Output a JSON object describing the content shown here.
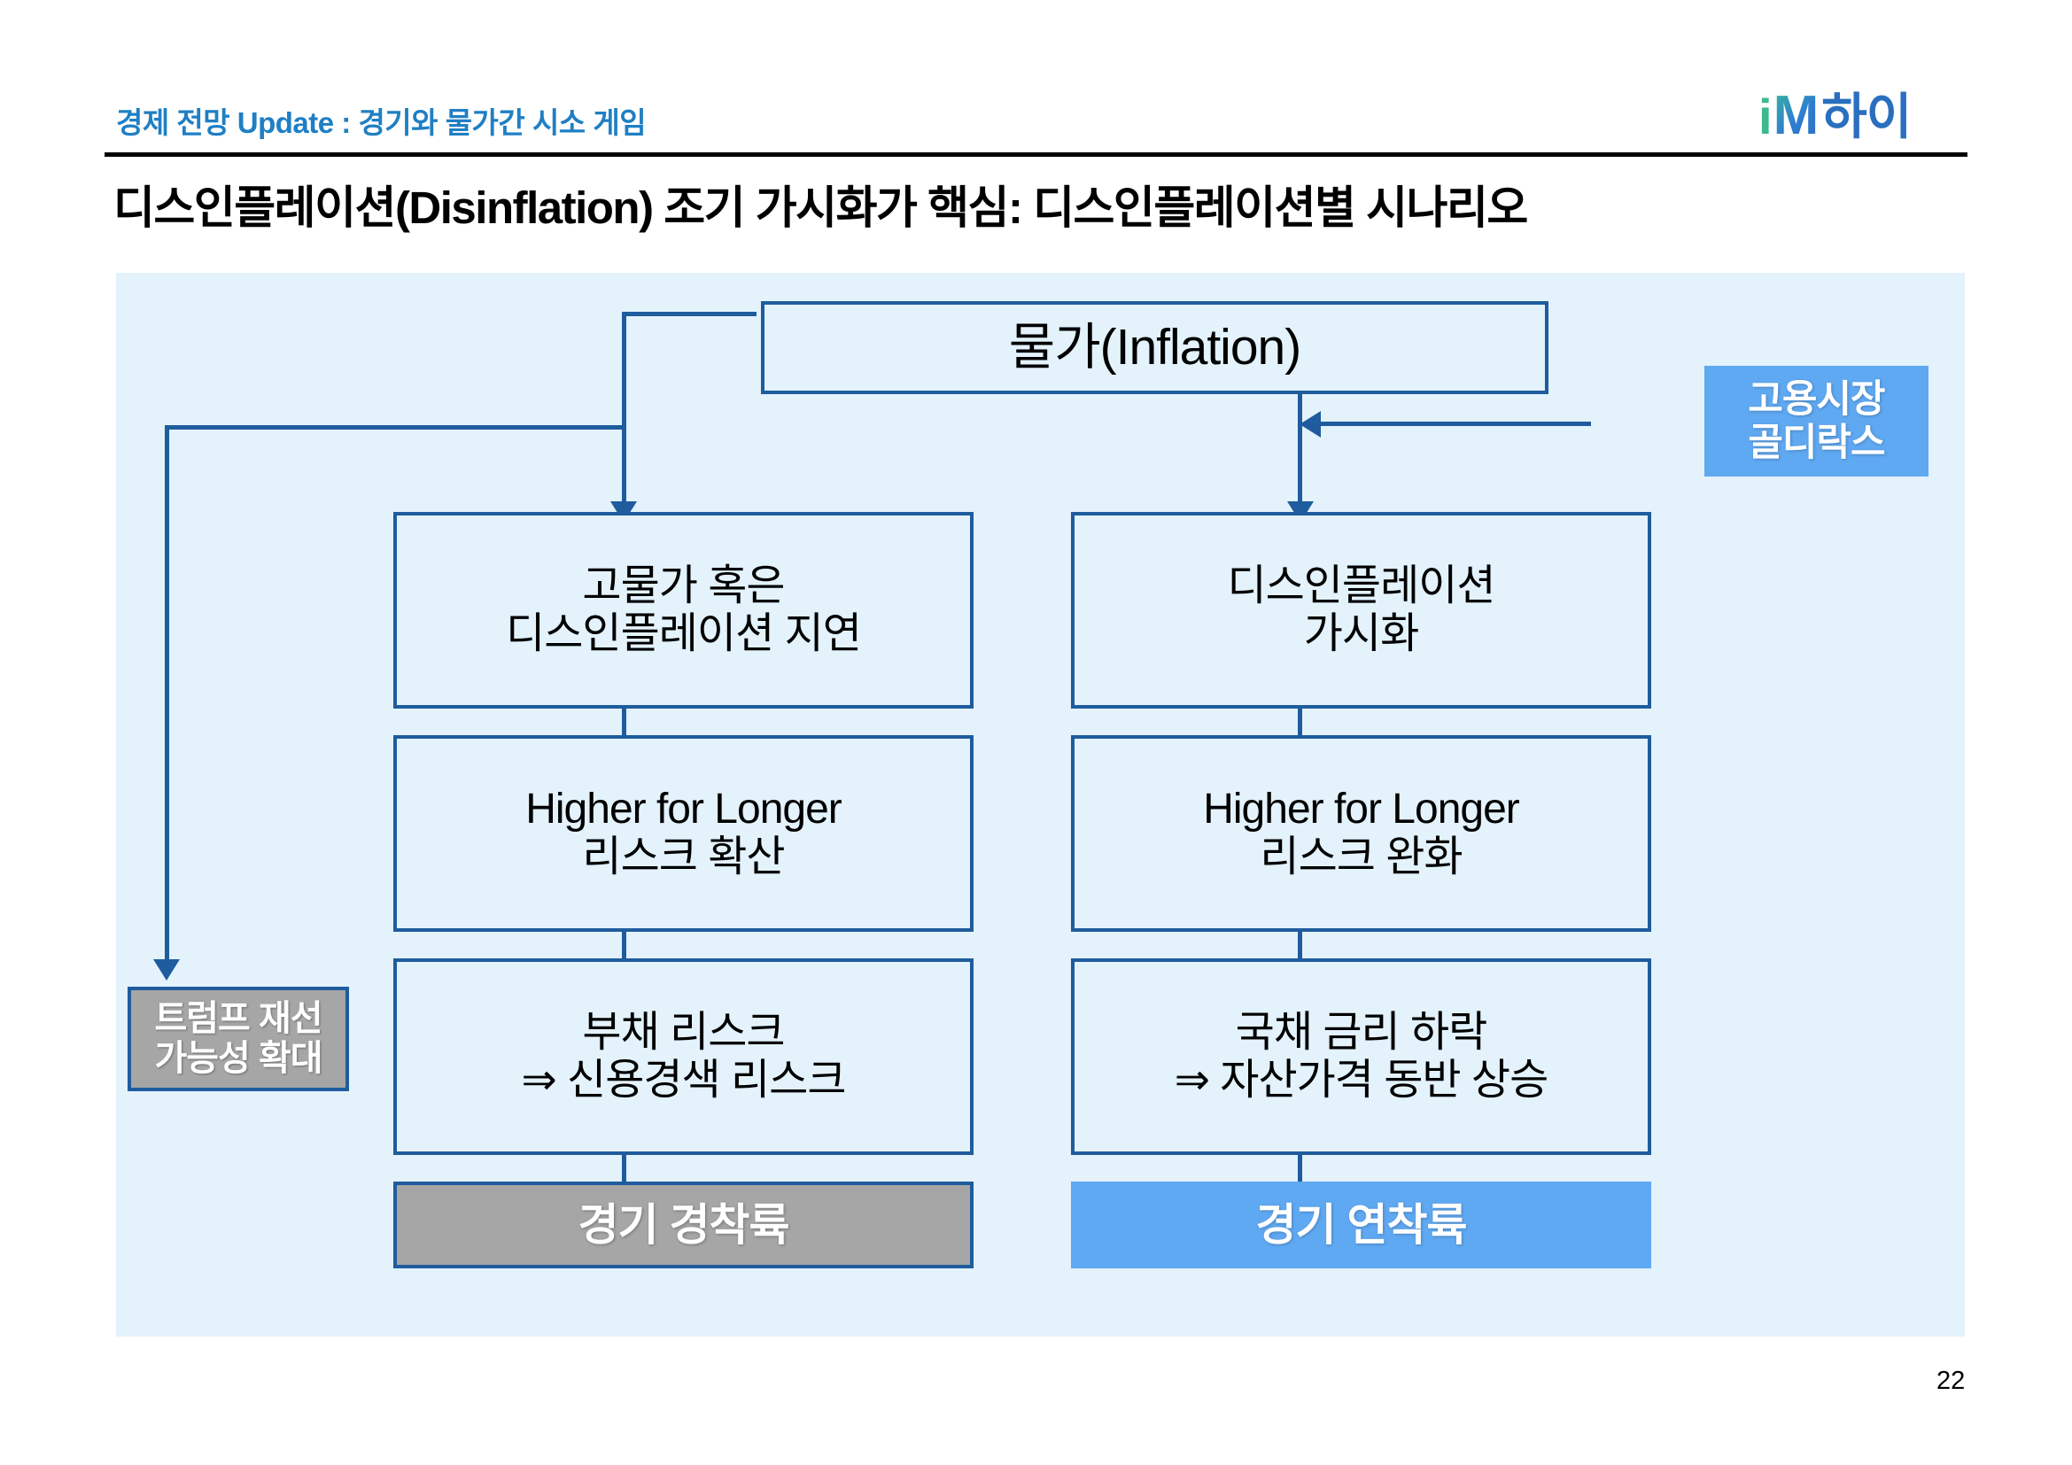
{
  "header": {
    "kicker": "경제 전망 Update : 경기와 물가간 시소 게임",
    "logo": {
      "i": "i",
      "m": "M",
      "korean": "하이"
    }
  },
  "page_title": "디스인플레이션(Disinflation) 조기 가시화가 핵심: 디스인플레이션별 시나리오",
  "page_number": "22",
  "colors": {
    "panel_bg": "#e3f2fb",
    "box_border": "#1f5c9e",
    "box_fill": "#e3f2fb",
    "accent_blue": "#5fa8f2",
    "gray_fill": "#a6a6a6",
    "kicker_blue": "#1f7fc4",
    "connector": "#1f5c9e"
  },
  "diagram": {
    "type": "flowchart",
    "root": {
      "label": "물가(Inflation)"
    },
    "side_note": {
      "line1": "고용시장",
      "line2": "골디락스"
    },
    "left_branch": {
      "scenario": {
        "line1": "고물가 혹은",
        "line2": "디스인플레이션 지연"
      },
      "risk": {
        "line1": "Higher for Longer",
        "line2": "리스크 확산"
      },
      "consequence": {
        "line1": "부채 리스크",
        "line2": "⇒ 신용경색 리스크"
      },
      "outcome": {
        "label": "경기 경착륙"
      }
    },
    "right_branch": {
      "scenario": {
        "line1": "디스인플레이션",
        "line2": "가시화"
      },
      "risk": {
        "line1": "Higher for Longer",
        "line2": "리스크 완화"
      },
      "consequence": {
        "line1": "국채 금리 하락",
        "line2": "⇒ 자산가격 동반 상승"
      },
      "outcome": {
        "label": "경기 연착륙"
      }
    },
    "far_left_note": {
      "line1": "트럼프 재선",
      "line2": "가능성 확대"
    }
  }
}
